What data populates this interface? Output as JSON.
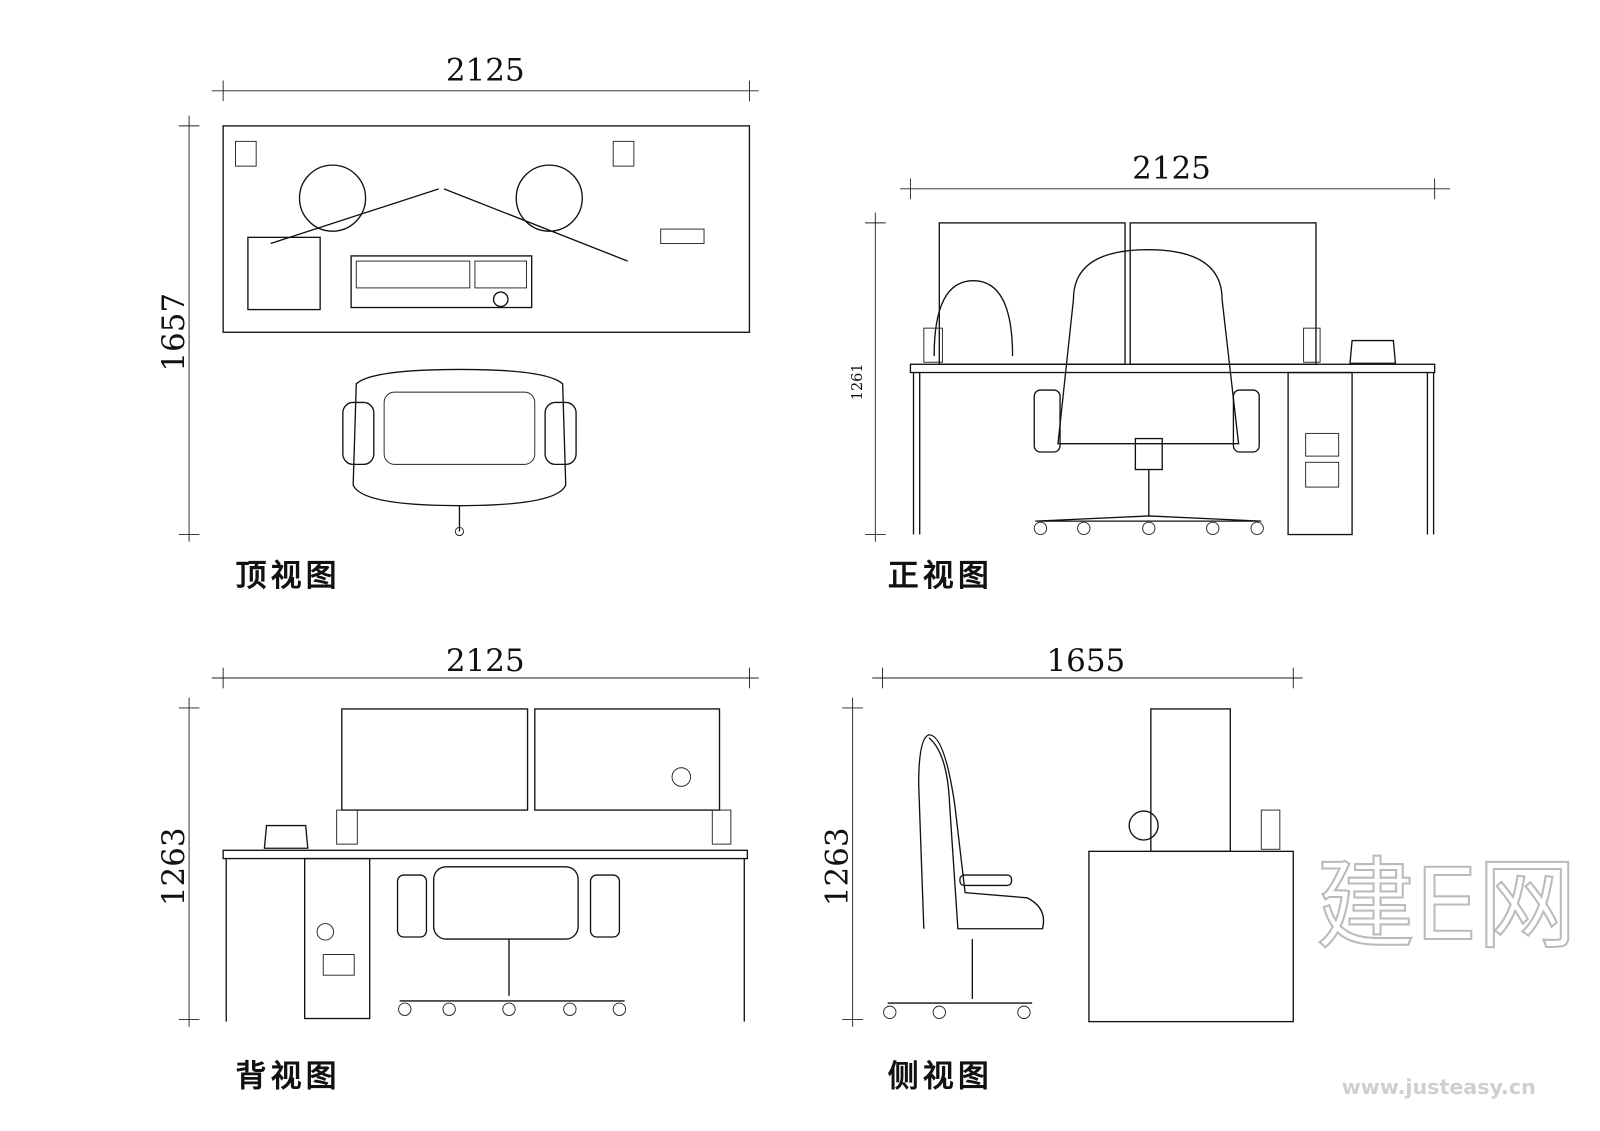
{
  "views": {
    "top": {
      "label": "顶视图",
      "width_dim": "2125",
      "depth_dim": "1657"
    },
    "front": {
      "label": "正视图",
      "width_dim": "2125",
      "height_dim": "1261"
    },
    "back": {
      "label": "背视图",
      "width_dim": "2125",
      "height_dim": "1263"
    },
    "side": {
      "label": "侧视图",
      "width_dim": "1655",
      "height_dim": "1263"
    }
  },
  "watermark": {
    "url": "www.justeasy.cn",
    "brand": "建E网"
  }
}
